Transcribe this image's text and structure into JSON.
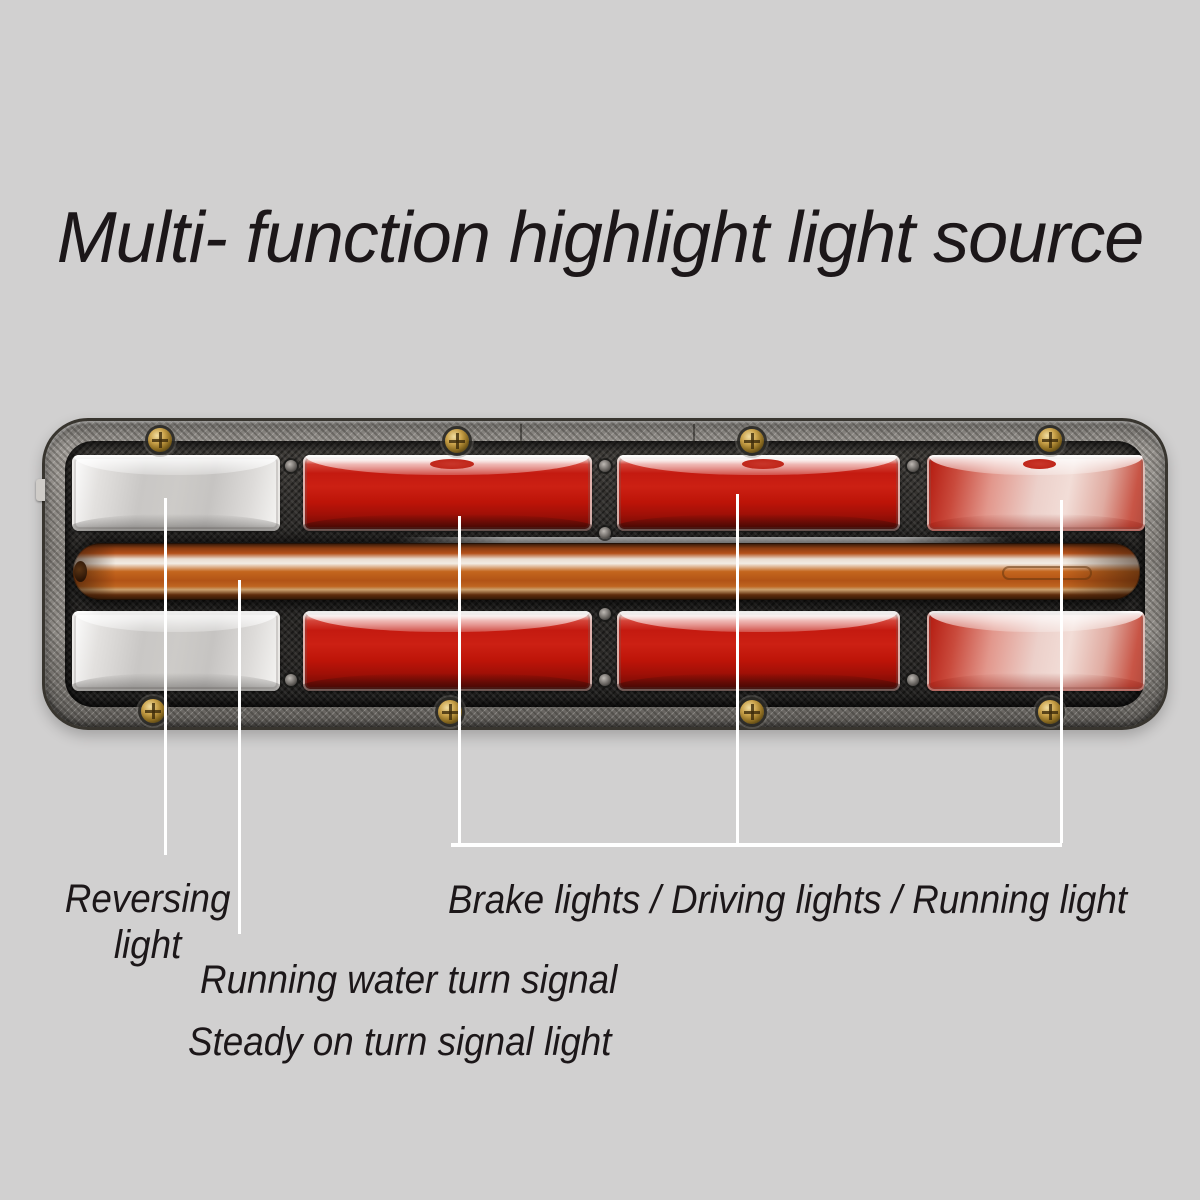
{
  "title": "Multi- function highlight light source",
  "callouts": {
    "reversing": {
      "label": "Reversing light"
    },
    "brake": {
      "label": "Brake lights / Driving lights / Running light"
    },
    "running_water": {
      "label": "Running water turn signal"
    },
    "steady": {
      "label": "Steady on turn signal light"
    }
  },
  "lamp": {
    "type": "truck-led-tail-light",
    "rows": 2,
    "segments_per_row": 4,
    "top_row_segments": [
      "white-reversing-lens",
      "red-lens",
      "red-lens",
      "red-lens-highlight"
    ],
    "middle_segment": "amber-turn-signal-bar",
    "bottom_row_segments": [
      "white-reversing-lens",
      "red-lens",
      "red-lens",
      "red-lens-highlight"
    ],
    "visible_screws": 8
  },
  "colors": {
    "background": "#d1d0d0",
    "text": "#1c1719",
    "leader_line": "#ffffff",
    "lens_red": "#c41a10",
    "lens_red_deep": "#7c0c05",
    "lens_pink": "#ecd0ca",
    "lens_white": "#e8e6e4",
    "amber": "#bf5c1c",
    "screw_gold": "#8a6a20"
  }
}
